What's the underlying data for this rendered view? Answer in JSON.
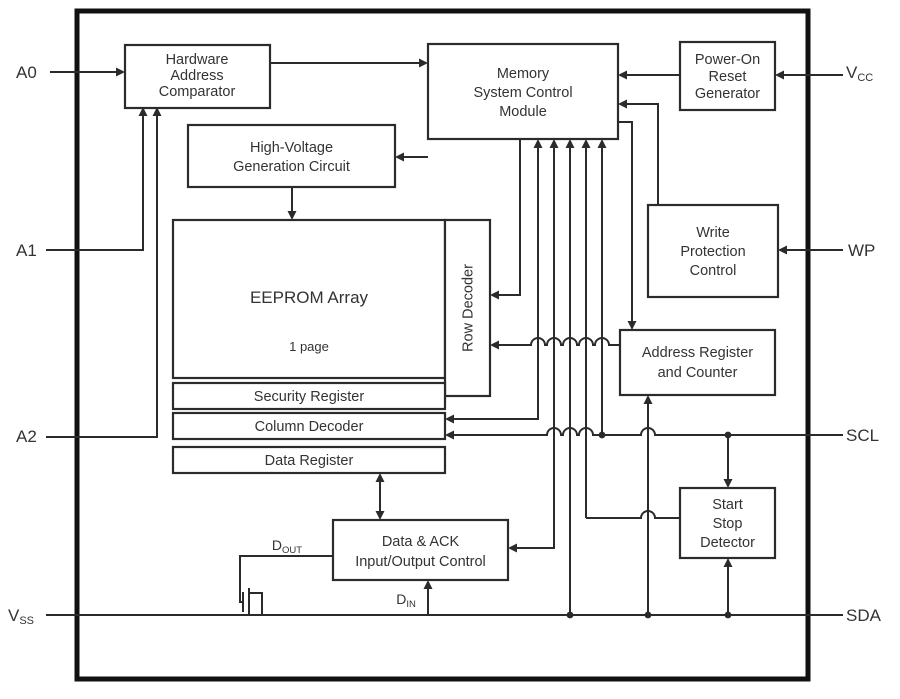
{
  "blocks": {
    "hardware_address_comparator": {
      "lines": [
        "Hardware",
        "Address",
        "Comparator"
      ]
    },
    "memory_system_control_module": {
      "lines": [
        "Memory",
        "System Control",
        "Module"
      ]
    },
    "power_on_reset_generator": {
      "lines": [
        "Power-On",
        "Reset",
        "Generator"
      ]
    },
    "high_voltage_generation": {
      "lines": [
        "High-Voltage",
        "Generation Circuit"
      ]
    },
    "write_protection_control": {
      "lines": [
        "Write",
        "Protection",
        "Control"
      ]
    },
    "eeprom_array": {
      "title": "EEPROM Array",
      "width_label": "1 page"
    },
    "row_decoder": {
      "label": "Row Decoder"
    },
    "address_register_counter": {
      "lines": [
        "Address Register",
        "and Counter"
      ]
    },
    "security_register": {
      "label": "Security Register"
    },
    "column_decoder": {
      "label": "Column Decoder"
    },
    "data_register": {
      "label": "Data Register"
    },
    "start_stop_detector": {
      "lines": [
        "Start",
        "Stop",
        "Detector"
      ]
    },
    "data_ack_io_control": {
      "lines": [
        "Data & ACK",
        "Input/Output Control"
      ]
    }
  },
  "pins": {
    "a0": "A0",
    "a1": "A1",
    "a2": "A2",
    "vcc": {
      "base": "V",
      "sub": "CC"
    },
    "vss": {
      "base": "V",
      "sub": "SS"
    },
    "wp": "WP",
    "scl": "SCL",
    "sda": "SDA"
  },
  "internal_signals": {
    "dout": {
      "base": "D",
      "sub": "OUT"
    },
    "din": {
      "base": "D",
      "sub": "IN"
    }
  },
  "colors": {
    "line": "#2b2b2b",
    "text": "#333333",
    "block_border": "#2b2b2b",
    "outer_border": "#111111",
    "background": "#ffffff"
  }
}
